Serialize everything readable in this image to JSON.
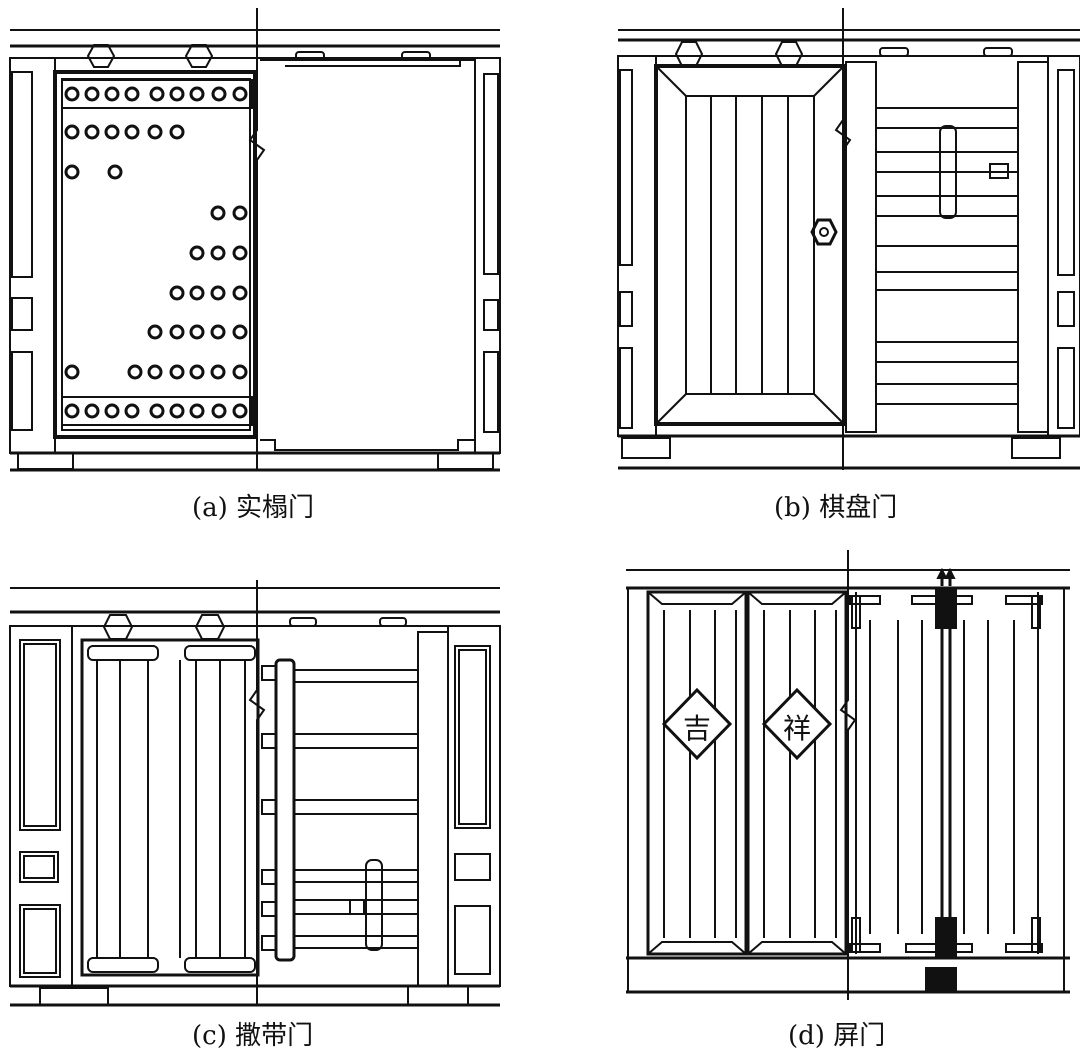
{
  "panels": {
    "a": {
      "caption": "(a) 实榻门"
    },
    "b": {
      "caption": "(b) 棋盘门"
    },
    "c": {
      "caption": "(c) 撒带门"
    },
    "d": {
      "caption": "(d) 屏门",
      "plaque_left": "吉",
      "plaque_right": "祥"
    }
  },
  "colors": {
    "line": "#111111",
    "background": "#ffffff"
  }
}
